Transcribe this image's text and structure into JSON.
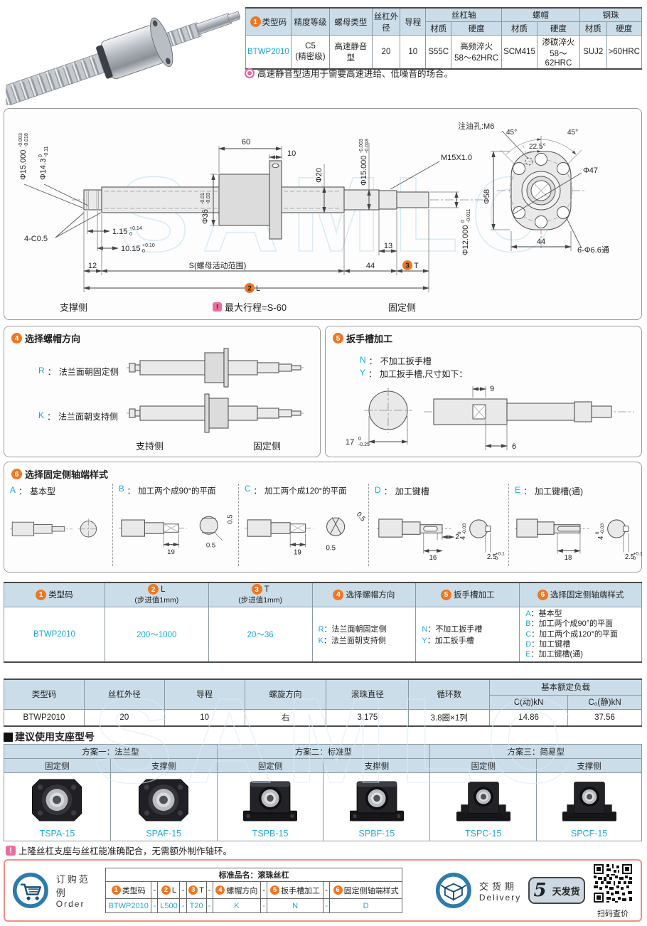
{
  "brand_watermark": "SAMLO",
  "icons": {
    "alert": "!"
  },
  "colors": {
    "accent_orange": "#f0761f",
    "link_blue": "#1ea7dd",
    "header_blue": "#cbdde9",
    "pink": "#ee6b9e",
    "navy_icon": "#2b7cab",
    "order_border": "#f09080"
  },
  "top_table": {
    "headers": {
      "type_code_badge": "1",
      "type_code": "类型码",
      "accuracy": "精度等级",
      "nut_type": "螺母类型",
      "screw_od": "丝杠外径",
      "lead": "导程",
      "screw_shaft": "丝杠轴",
      "nut": "螺帽",
      "ball": "钢珠",
      "material": "材质",
      "hardness": "硬度"
    },
    "row": {
      "type_code": "BTWP2010",
      "accuracy_line1": "C5",
      "accuracy_line2": "(精密级)",
      "nut_type": "高速静音型",
      "screw_od": "20",
      "lead": "10",
      "shaft_material": "S55C",
      "shaft_hardness_line1": "高频淬火",
      "shaft_hardness_line2": "58～62HRC",
      "nut_material": "SCM415",
      "nut_hardness_line1": "渗碳淬火",
      "nut_hardness_line2": "58～62HRC",
      "ball_material": "SUJ2",
      "ball_hardness": ">60HRC"
    }
  },
  "top_note": "高速静音型适用于需要高速进给、低噪音的场合。",
  "drawing": {
    "dims": {
      "d60": "60",
      "d10": "10",
      "dia36_main": "Φ36",
      "dia36_tol_top": "-0.01",
      "dia36_tol_bot": "-0.03",
      "dia20": "Φ20",
      "dia15_main": "Φ15.000",
      "dia15_tol_top": "-0.003",
      "dia15_tol_bot": "-0.018",
      "dia14_main": "Φ14.3",
      "dia14_tol_top": "0",
      "dia14_tol_bot": "-0.11",
      "m15": "M15X1.0",
      "dia12_main": "Φ12.000",
      "dia12_tol_top": "0",
      "dia12_tol_bot": "-0.011",
      "d13": "13",
      "d44": "44",
      "d12": "12",
      "chamfer": "4-C0.5",
      "groove1_main": "1.15",
      "groove1_tol_top": "+0.14",
      "groove1_tol_bot": "0",
      "groove2_main": "10.15",
      "groove2_tol_top": "+0.10",
      "groove2_tol_bot": "0",
      "s_range": "S(螺母活动范围)",
      "l_label": "L",
      "t_label": "T",
      "l_badge": "2",
      "t_badge": "3"
    },
    "labels": {
      "support_side": "支撑侧",
      "fixed_side": "固定侧",
      "max_stroke": "最大行程=S-60"
    },
    "flange": {
      "oil_hole": "注油孔:M6",
      "angle45_left": "45°",
      "angle45_right": "45°",
      "angle225": "22.5°",
      "dia58": "Φ58",
      "dia47": "Φ47",
      "holes": "6-Φ6.6通",
      "d44": "44"
    }
  },
  "section4": {
    "badge": "4",
    "title": "选择螺帽方向",
    "options": [
      {
        "code": "R",
        "label": "法兰面朝固定侧"
      },
      {
        "code": "K",
        "label": "法兰面朝支持侧"
      }
    ],
    "support_side": "支持侧",
    "fixed_side": "固定侧"
  },
  "section5": {
    "badge": "5",
    "title": "扳手槽加工",
    "options": [
      {
        "code": "N",
        "label": "不加工扳手槽"
      },
      {
        "code": "Y",
        "label": "加工扳手槽,尺寸如下："
      }
    ],
    "dims": {
      "d9": "9",
      "d6": "6",
      "d17_main": "17",
      "d17_tol_top": "0",
      "d17_tol_bot": "-0.25"
    }
  },
  "section6": {
    "badge": "6",
    "title": "选择固定侧轴端样式",
    "options": [
      {
        "code": "A",
        "label": "基本型",
        "dims": {}
      },
      {
        "code": "B",
        "label": "加工两个成90°的平面",
        "dims": {
          "d19": "19",
          "d05_side": "0.5",
          "d05_bottom": "0.5"
        }
      },
      {
        "code": "C",
        "label": "加工两个成120°的平面",
        "dims": {
          "d19": "19",
          "d05_side": "0.5",
          "d05_bottom": "0.5"
        }
      },
      {
        "code": "D",
        "label": "加工键槽",
        "dims": {
          "d2": "2",
          "d16": "16",
          "d4": "4",
          "d4_tol_top": "0",
          "d4_tol_bot": "-0.03",
          "d25": "2.5",
          "d25_tol_top": "+0.1",
          "d25_tol_bot": "0"
        }
      },
      {
        "code": "E",
        "label": "加工键槽(通)",
        "dims": {
          "d18": "18",
          "d4": "4",
          "d4_tol_top": "0",
          "d4_tol_bot": "-0.03",
          "d25": "2.5",
          "d25_tol_top": "+0.1",
          "d25_tol_bot": "0"
        }
      }
    ]
  },
  "options_table": {
    "headers": [
      {
        "badge": "1",
        "title": "类型码",
        "sub": ""
      },
      {
        "badge": "2",
        "title": "L",
        "sub": "(步进值1mm)"
      },
      {
        "badge": "3",
        "title": "T",
        "sub": "(步进值1mm)"
      },
      {
        "badge": "4",
        "title": "选择螺帽方向",
        "sub": ""
      },
      {
        "badge": "5",
        "title": "扳手槽加工",
        "sub": ""
      },
      {
        "badge": "6",
        "title": "选择固定侧轴端样式",
        "sub": ""
      }
    ],
    "row": {
      "type_code": "BTWP2010",
      "l_range": "200～1000",
      "t_range": "20～36",
      "nut_dir": [
        {
          "code": "R",
          "label": "法兰面朝固定侧"
        },
        {
          "code": "K",
          "label": "法兰面朝支持侧"
        }
      ],
      "wrench": [
        {
          "code": "N",
          "label": "不加工扳手槽"
        },
        {
          "code": "Y",
          "label": "加工扳手槽"
        }
      ],
      "shaft_end": [
        {
          "code": "A",
          "label": "基本型"
        },
        {
          "code": "B",
          "label": "加工两个成90°的平面"
        },
        {
          "code": "C",
          "label": "加工两个成120°的平面"
        },
        {
          "code": "D",
          "label": "加工键槽"
        },
        {
          "code": "E",
          "label": "加工键槽(通)"
        }
      ]
    }
  },
  "spec_table": {
    "headers": {
      "type_code": "类型码",
      "od": "丝杠外径",
      "lead": "导程",
      "helix": "螺旋方向",
      "ball_dia": "滚珠直径",
      "circuits": "循环数",
      "load_group": "基本额定负载",
      "c_dyn": "C(动)kN",
      "c0_static": "C₀(静)kN"
    },
    "row": {
      "type_code": "BTWP2010",
      "od": "20",
      "lead": "10",
      "helix": "右",
      "ball_dia": "3.175",
      "circuits": "3.8圈×1列",
      "c_dyn": "14.86",
      "c0_static": "37.56"
    }
  },
  "supports": {
    "title": "建议使用支座型号",
    "plans": [
      {
        "name": "方案一：法兰型",
        "fixed_label": "固定侧",
        "support_label": "支撑侧",
        "fixed_code": "TSPA-15",
        "support_code": "SPAF-15"
      },
      {
        "name": "方案二：标准型",
        "fixed_label": "固定侧",
        "support_label": "支撑侧",
        "fixed_code": "TSPB-15",
        "support_code": "SPBF-15"
      },
      {
        "name": "方案三：简易型",
        "fixed_label": "固定侧",
        "support_label": "支撑侧",
        "fixed_code": "TSPC-15",
        "support_code": "SPCF-15"
      }
    ],
    "note": "上隆丝杠支座与丝杠能准确配合，无需额外制作轴环。"
  },
  "order": {
    "example_cn": "订购范例",
    "example_en": "Order",
    "product_name": "标准品名：滚珠丝杠",
    "separator": "-",
    "headers": [
      {
        "badge": "1",
        "label": "类型码"
      },
      {
        "badge": "2",
        "label": "L"
      },
      {
        "badge": "3",
        "label": "T"
      },
      {
        "badge": "4",
        "label": "螺帽方向"
      },
      {
        "badge": "5",
        "label": "扳手槽加工"
      },
      {
        "badge": "6",
        "label": "固定侧轴端样式"
      }
    ],
    "values": [
      "BTWP2010",
      "L500",
      "T20",
      "K",
      "N",
      "D"
    ],
    "delivery_cn": "交货期",
    "delivery_en": "Delivery",
    "delivery_days": "5",
    "delivery_unit": "天发货",
    "qr_label": "扫码查价"
  }
}
